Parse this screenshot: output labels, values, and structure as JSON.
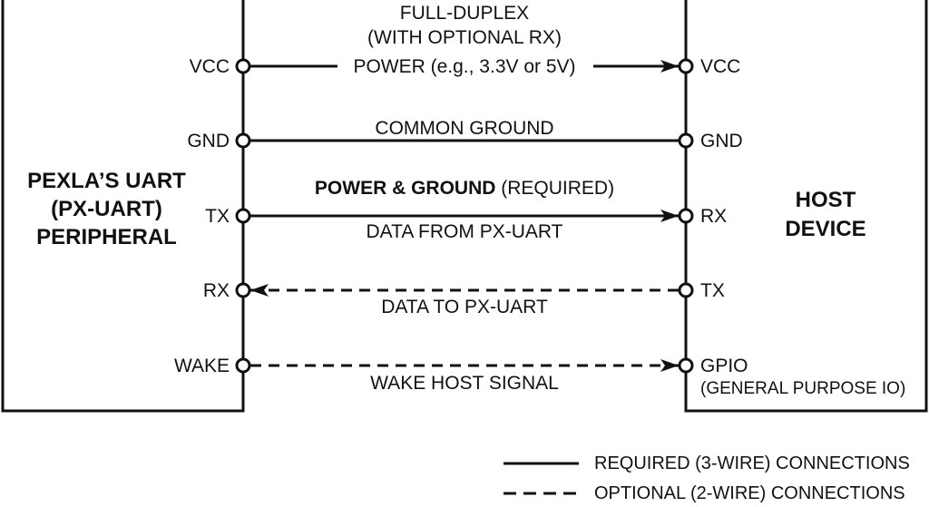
{
  "header": {
    "line1": "FULL-DUPLEX",
    "line2": "(WITH OPTIONAL RX)"
  },
  "left_device": {
    "title_lines": [
      "PEXLA’S UART",
      "(PX-UART)",
      "PERIPHERAL"
    ],
    "pins": [
      "VCC",
      "GND",
      "TX",
      "RX",
      "WAKE"
    ]
  },
  "right_device": {
    "title_lines": [
      "HOST",
      "DEVICE"
    ],
    "pins": [
      "VCC",
      "GND",
      "RX",
      "TX",
      "GPIO"
    ],
    "gpio_note": "(GENERAL PURPOSE IO)"
  },
  "connections": [
    {
      "from": "VCC",
      "to": "VCC",
      "label": "POWER (e.g., 3.3V or 5V)",
      "style": "solid",
      "direction": "left-to-right"
    },
    {
      "from": "GND",
      "to": "GND",
      "label": "COMMON GROUND",
      "style": "solid",
      "direction": "none"
    },
    {
      "from": "TX",
      "to": "RX",
      "label": "DATA FROM PX-UART",
      "style": "solid",
      "direction": "left-to-right"
    },
    {
      "from": "RX",
      "to": "TX",
      "label": "DATA TO PX-UART",
      "style": "dashed",
      "direction": "right-to-left"
    },
    {
      "from": "WAKE",
      "to": "GPIO",
      "label": "WAKE HOST SIGNAL",
      "style": "dashed",
      "direction": "left-to-right"
    }
  ],
  "section_note": {
    "bold_part": "POWER &  GROUND",
    "normal_part": " (REQUIRED)"
  },
  "legend": {
    "solid_label": "REQUIRED (3-WIRE) CONNECTIONS",
    "dashed_label": "OPTIONAL (2-WIRE) CONNECTIONS"
  },
  "colors": {
    "line": "#111111",
    "background": "#ffffff"
  }
}
